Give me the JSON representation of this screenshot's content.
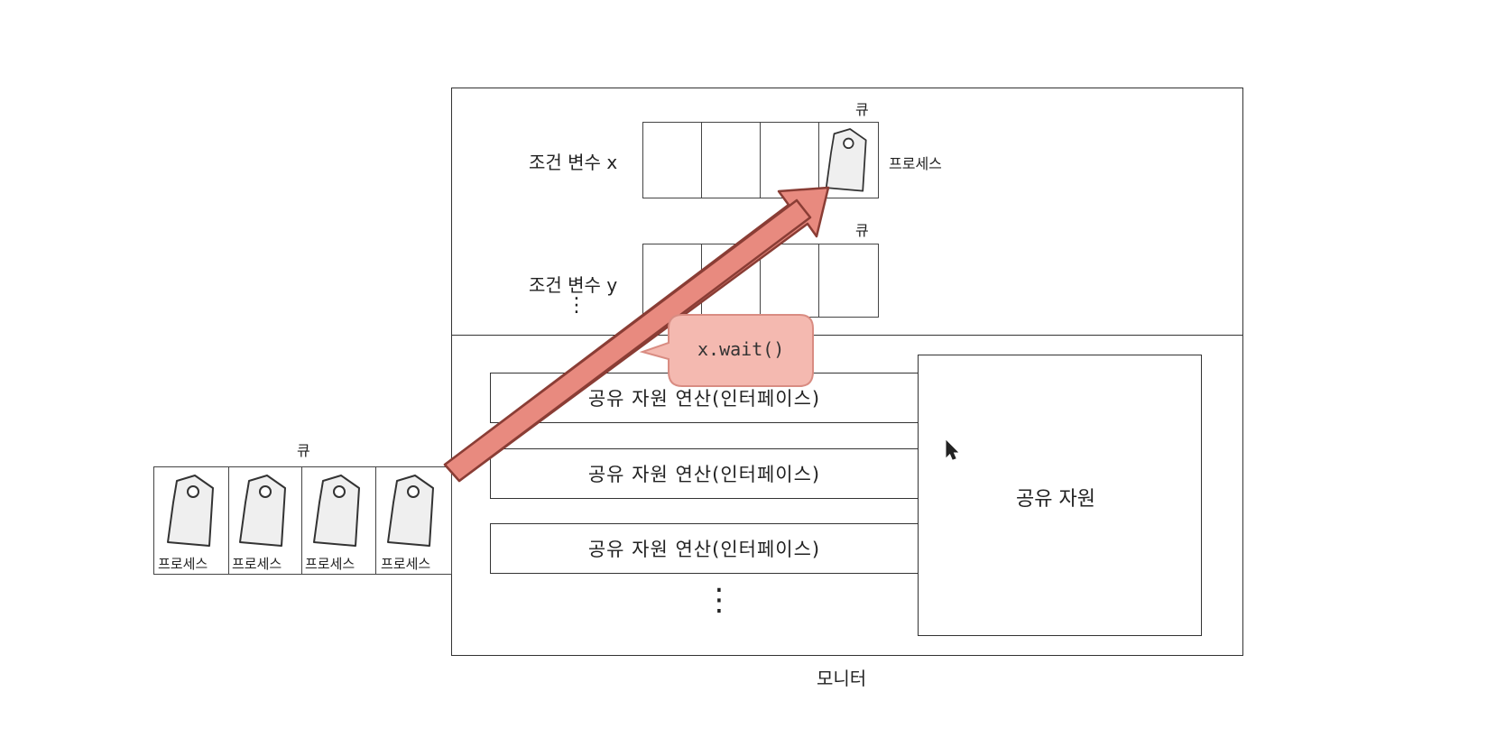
{
  "monitor": {
    "label": "모니터",
    "condition_x": {
      "label": "조건 변수 x",
      "queue_label": "큐",
      "process_label": "프로세스"
    },
    "condition_y": {
      "label": "조건 변수 y",
      "queue_label": "큐"
    },
    "more_conditions": "⋮",
    "operations": [
      "공유 자원 연산(인터페이스)",
      "공유 자원 연산(인터페이스)",
      "공유 자원 연산(인터페이스)"
    ],
    "more_operations": "⋮",
    "shared_resource": "공유 자원"
  },
  "entry_queue": {
    "label": "큐",
    "processes": [
      "프로세스",
      "프로세스",
      "프로세스",
      "프로세스"
    ]
  },
  "callout": {
    "text": "x.wait()"
  },
  "colors": {
    "arrow_fill": "#e88a7f",
    "arrow_stroke": "#8a3d35",
    "bubble_fill": "#f4b9b0",
    "bubble_stroke": "#d98c82",
    "tag_fill": "#efefef"
  }
}
